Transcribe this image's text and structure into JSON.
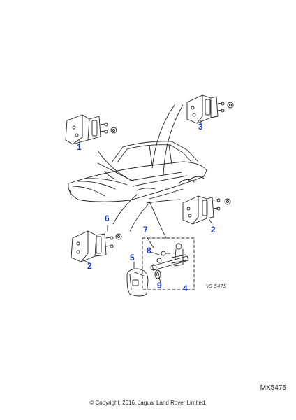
{
  "callouts": {
    "c1": "1",
    "c2a": "2",
    "c2b": "2",
    "c3": "3",
    "c4": "4",
    "c5": "5",
    "c6": "6",
    "c7": "7",
    "c8": "8",
    "c9": "9"
  },
  "illustration_code": "VS 5475",
  "reference_code": "MX5475",
  "copyright": "© Copyright, 2016. Jaguar Land Rover Limited.",
  "colors": {
    "callout": "#1a3cc8",
    "line": "#222222"
  }
}
